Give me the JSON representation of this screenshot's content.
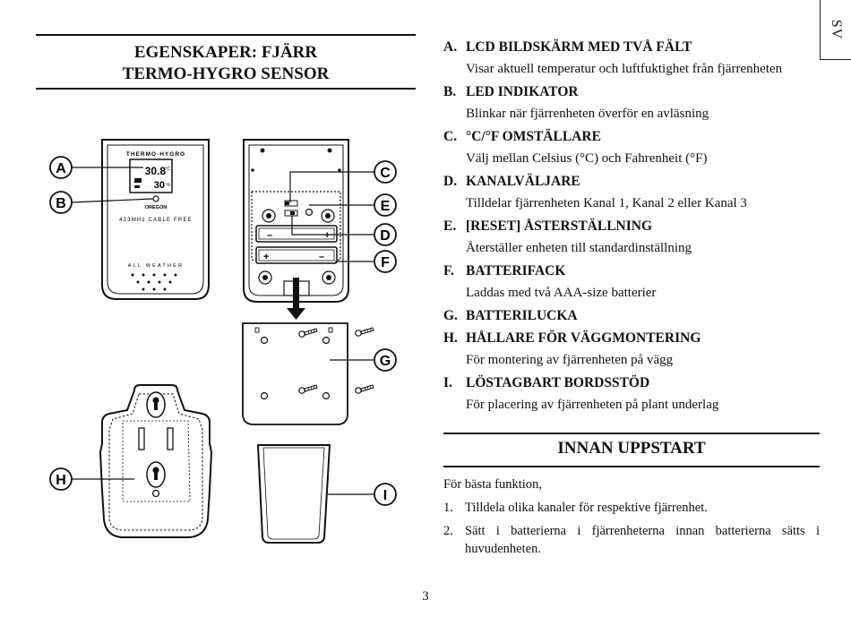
{
  "lang_tab": "SV",
  "left_title": {
    "line1": "EGENSKAPER: FJÄRR",
    "line2": "TERMO-HYGRO SENSOR"
  },
  "device_front": {
    "brand": "THERMO·HYGRO",
    "temp": "30.8",
    "temp_unit": "°C",
    "humidity": "30",
    "humidity_unit": "%",
    "maker": "OREGON",
    "freq": "433MHz CABLE FREE",
    "all_weather": "ALL WEATHER"
  },
  "callouts": {
    "A": "A",
    "B": "B",
    "C": "C",
    "D": "D",
    "E": "E",
    "F": "F",
    "G": "G",
    "H": "H",
    "I": "I"
  },
  "battery": {
    "minus": "–",
    "plus": "+"
  },
  "features": [
    {
      "letter": "A.",
      "title": "LCD BILDSKÄRM MED TVÅ FÄLT",
      "desc": "Visar aktuell temperatur och luftfuktighet från fjärrenheten"
    },
    {
      "letter": "B.",
      "title": "LED INDIKATOR",
      "desc": "Blinkar när fjärrenheten överför en avläsning"
    },
    {
      "letter": "C.",
      "title": "°C/°F OMSTÄLLARE",
      "desc": "Välj mellan Celsius (°C) och Fahrenheit (°F)"
    },
    {
      "letter": "D.",
      "title": "KANALVÄLJARE",
      "desc": "Tilldelar fjärrenheten Kanal 1, Kanal 2 eller Kanal 3"
    },
    {
      "letter": "E.",
      "title": "[RESET] ÅSTERSTÄLLNING",
      "desc": "Återställer enheten till standardinställning"
    },
    {
      "letter": "F.",
      "title": "BATTERIFACK",
      "desc": "Laddas med två AAA-size batterier"
    },
    {
      "letter": "G.",
      "title": "BATTERILUCKA",
      "desc": ""
    },
    {
      "letter": "H.",
      "title": "HÅLLARE FÖR VÄGGMONTERING",
      "desc": "För montering av fjärrenheten på vägg"
    },
    {
      "letter": "I.",
      "title": "LÖSTAGBART BORDSSTÖD",
      "desc": "För placering av fjärrenheten på plant underlag"
    }
  ],
  "section_title": "INNAN UPPSTART",
  "intro": "För bästa funktion,",
  "steps": [
    {
      "num": "1.",
      "text": "Tilldela olika kanaler för respektive fjärrenhet."
    },
    {
      "num": "2.",
      "text": "Sätt i batterierna i fjärrenheterna innan batterierna sätts i huvudenheten."
    }
  ],
  "page_number": "3"
}
